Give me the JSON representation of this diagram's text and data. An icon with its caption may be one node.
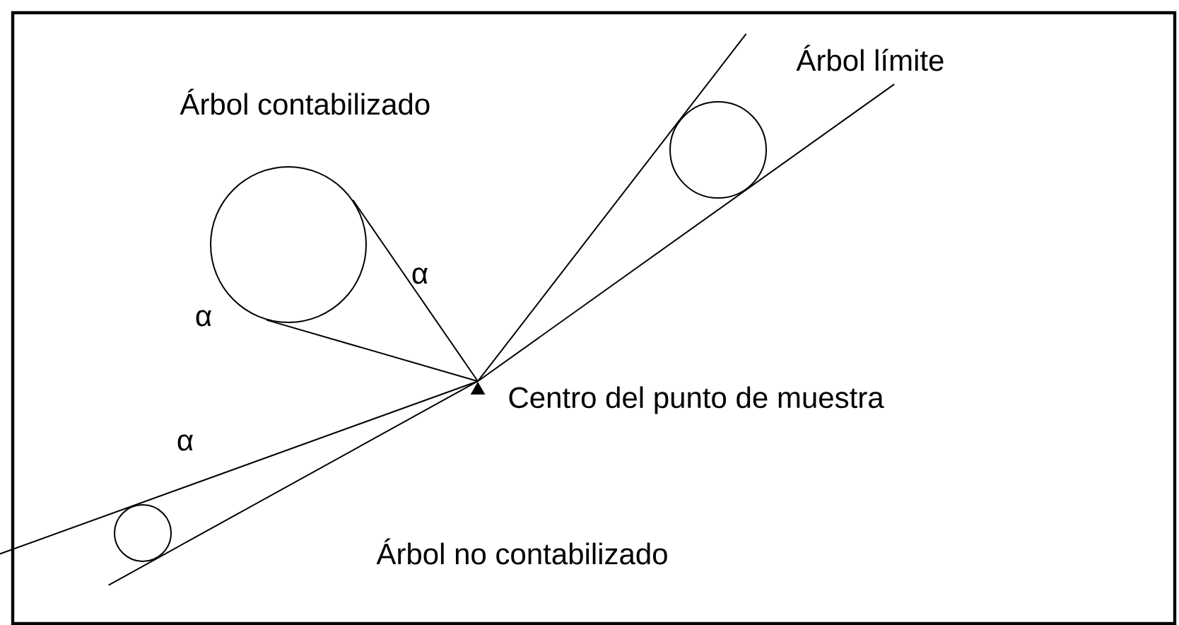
{
  "diagram": {
    "nodes": [
      {
        "text": [],
        "shape": "circle"
      },
      {
        "text": [],
        "shape": "circle"
      },
      {
        "text": [],
        "shape": "circle"
      },
      {
        "text": [],
        "shape": "triangle",
        "beside": [
          "Centro del punto de muestra"
        ]
      }
    ],
    "edges": [
      {
        "from": 3,
        "to": 0,
        "arrow": "none"
      },
      {
        "from": 3,
        "to": 0,
        "arrow": "none"
      }
    ],
    "labels": [
      "Árbol contabilizado",
      "Árbol límite",
      "α",
      "α",
      "α",
      "Árbol no contabilizado"
    ]
  }
}
